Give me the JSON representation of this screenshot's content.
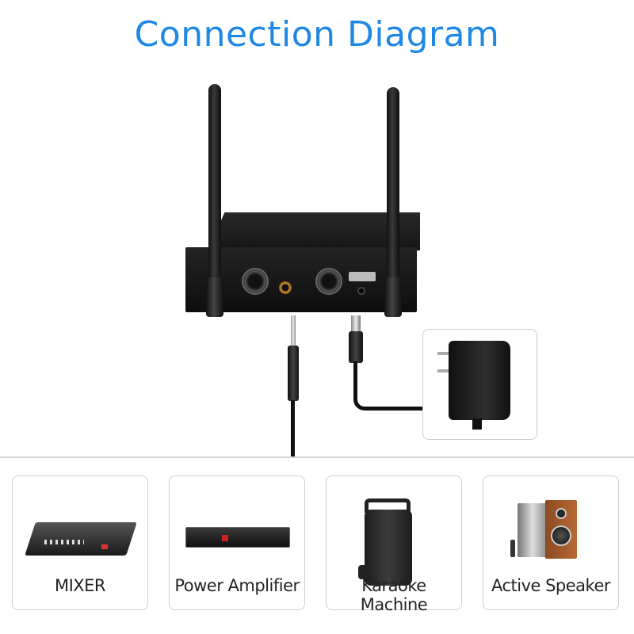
{
  "title": "Connection Diagram",
  "devices": [
    {
      "label": "MIXER",
      "icon": "mixer-icon"
    },
    {
      "label": "Power Amplifier",
      "icon": "power-amplifier-icon"
    },
    {
      "label": "Karaoke Machine",
      "icon": "karaoke-machine-icon"
    },
    {
      "label": "Active Speaker",
      "icon": "active-speaker-icon"
    }
  ],
  "colors": {
    "title": "#1e88e5",
    "receiver": "#151515",
    "card_border": "#cfcfcf"
  }
}
